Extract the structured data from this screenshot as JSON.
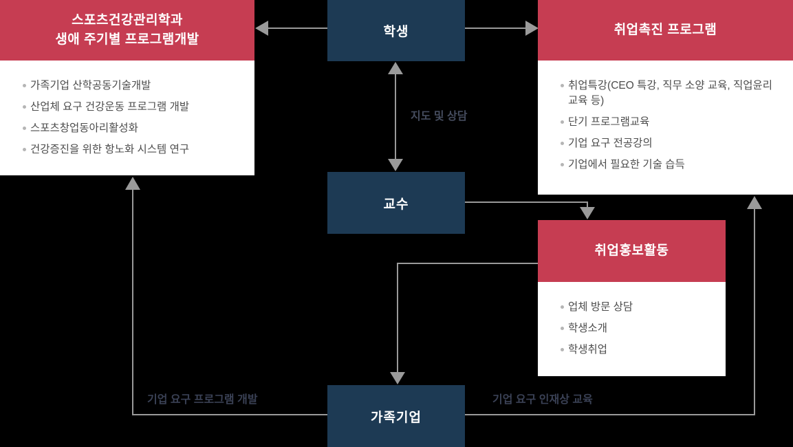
{
  "colors": {
    "background": "#000000",
    "node_navy": "#1d3a54",
    "header_red": "#c63d52",
    "panel_white": "#ffffff",
    "arrow_grey": "#9a9a9a",
    "bullet_text": "#4c4c4c",
    "edge_label": "#3a4155"
  },
  "nodes": {
    "student": {
      "label": "학생"
    },
    "professor": {
      "label": "교수"
    },
    "family_company": {
      "label": "가족기업"
    }
  },
  "panels": {
    "dept_program": {
      "title_line1": "스포츠건강관리학과",
      "title_line2": "생애 주기별 프로그램개발",
      "items": [
        "가족기업 산학공동기술개발",
        "산업체 요구 건강운동 프로그램 개발",
        "스포츠창업동아리활성화",
        "건강증진을 위한 항노화 시스템 연구"
      ]
    },
    "employment_promotion": {
      "title": "취업촉진 프로그램",
      "items": [
        "취업특강(CEO 특강, 직무 소양 교육, 직업윤리교육 등)",
        "단기 프로그램교육",
        "기업 요구 전공강의",
        "기업에서 필요한 기술 습득"
      ]
    },
    "employment_publicity": {
      "title": "취업홍보활동",
      "items": [
        "업체 방문 상담",
        "학생소개",
        "학생취업"
      ]
    }
  },
  "edge_labels": {
    "guidance": "지도 및 상담",
    "company_program": "기업 요구 프로그램 개발",
    "company_talent": "기업 요구 인재상 교육"
  }
}
